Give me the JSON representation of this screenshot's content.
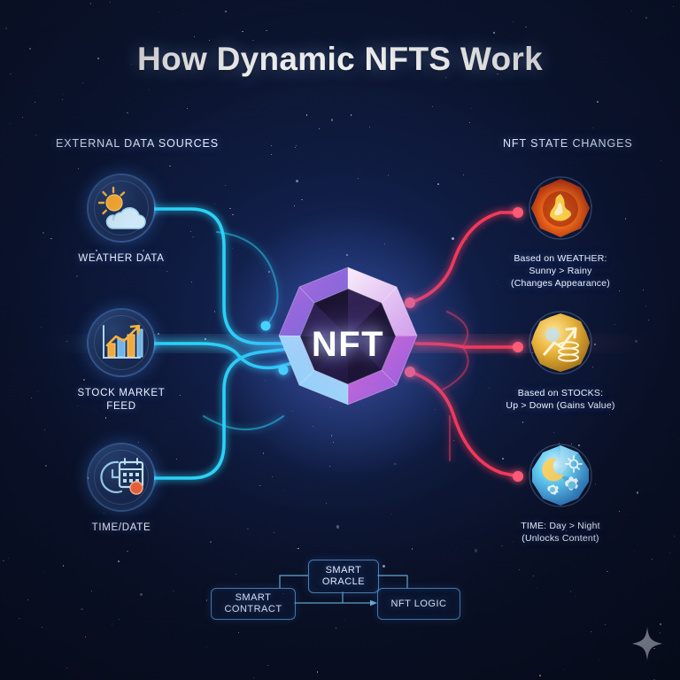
{
  "header": {
    "title": "How Dynamic NFTS Work"
  },
  "columns": {
    "left_label": "EXTERNAL DATA SOURCES",
    "right_label": "NFT STATE CHANGES"
  },
  "center": {
    "gem_label": "NFT",
    "gem_colors": {
      "pink": "#e06ad6",
      "purple": "#8a5fe0",
      "cyan": "#7fe3ff",
      "core": "#1b1430"
    }
  },
  "inputs": [
    {
      "id": "weather",
      "label": "WEATHER DATA",
      "icon": "sun-cloud-icon"
    },
    {
      "id": "stocks",
      "label": "STOCK MARKET\nFEED",
      "icon": "bar-chart-trend-icon"
    },
    {
      "id": "time",
      "label": "TIME/DATE",
      "icon": "clock-calendar-icon"
    }
  ],
  "outputs": [
    {
      "id": "weather-state",
      "label": "Based on WEATHER:\nSunny > Rainy\n(Changes Appearance)",
      "icon": "flame-badge-icon",
      "color": "#f26a1b"
    },
    {
      "id": "stocks-state",
      "label": "Based on STOCKS:\nUp > Down (Gains Value)",
      "icon": "gold-coin-chart-icon",
      "color": "#e8b33c"
    },
    {
      "id": "time-state",
      "label": "TIME: Day > Night\n(Unlocks Content)",
      "icon": "moon-gears-icon",
      "color": "#5fc8f0"
    }
  ],
  "flow": {
    "boxes": [
      {
        "id": "smart-contract",
        "label": "SMART\nCONTRACT"
      },
      {
        "id": "smart-oracle",
        "label": "SMART\nORACLE"
      },
      {
        "id": "nft-logic",
        "label": "NFT LOGIC"
      }
    ]
  },
  "decor": {
    "sparkle": "four-point-star-icon",
    "input_wire_color": "#29d2f7",
    "output_wire_color": "#f2395a",
    "background_color": "#0b1430"
  }
}
